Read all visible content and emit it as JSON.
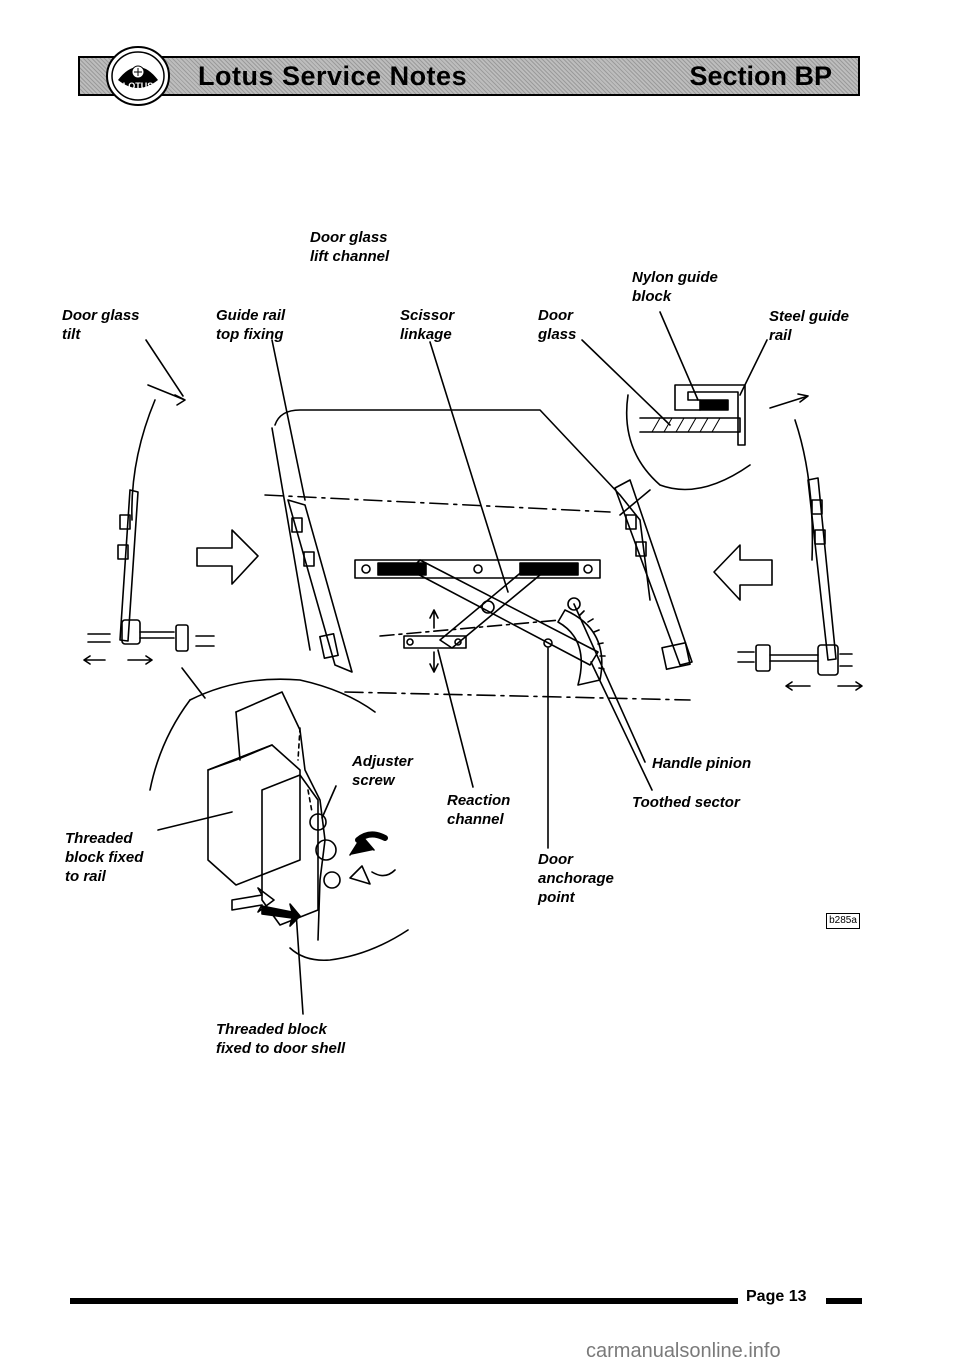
{
  "header": {
    "title": "Lotus Service Notes",
    "section": "Section BP",
    "logo_text": "LOTUS"
  },
  "labels": {
    "door_glass_lift_channel": "Door glass\nlift channel",
    "nylon_guide_block": "Nylon guide\nblock",
    "door_glass_tilt": "Door glass\ntilt",
    "guide_rail_top_fixing": "Guide rail\ntop fixing",
    "scissor_linkage": "Scissor\nlinkage",
    "door_glass": "Door\nglass",
    "steel_guide_rail": "Steel guide\nrail",
    "adjuster_screw": "Adjuster\nscrew",
    "handle_pinion": "Handle pinion",
    "reaction_channel": "Reaction\nchannel",
    "toothed_sector": "Toothed sector",
    "threaded_block_fixed_to_rail": "Threaded\nblock fixed\nto rail",
    "door_anchorage_point": "Door\nanchorage\npoint",
    "threaded_block_fixed_to_door_shell": "Threaded block\nfixed to door shell"
  },
  "figure_ref": "b285a",
  "footer": {
    "page": "Page 13",
    "watermark": "carmanualsonline.info"
  }
}
